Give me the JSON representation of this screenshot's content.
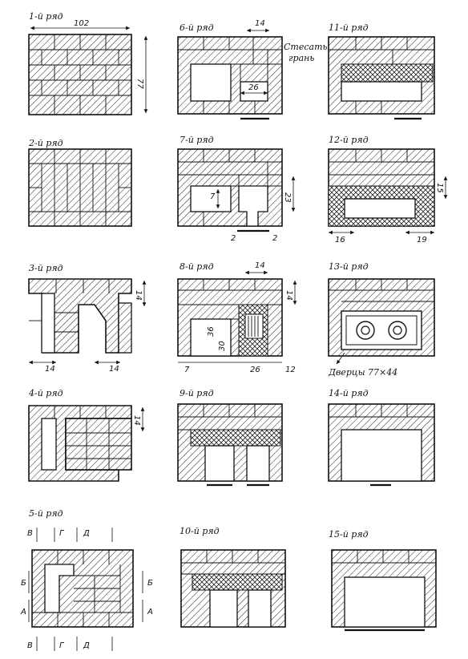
{
  "rows": [
    {
      "label": "1-й ряд"
    },
    {
      "label": "2-й ряд"
    },
    {
      "label": "3-й ряд"
    },
    {
      "label": "4-й ряд"
    },
    {
      "label": "5-й ряд"
    },
    {
      "label": "6-й ряд"
    },
    {
      "label": "7-й ряд"
    },
    {
      "label": "8-й ряд"
    },
    {
      "label": "9-й ряд"
    },
    {
      "label": "10-й ряд"
    },
    {
      "label": "11-й ряд"
    },
    {
      "label": "12-й ряд"
    },
    {
      "label": "13-й ряд"
    },
    {
      "label": "14-й ряд"
    },
    {
      "label": "15-й ряд"
    }
  ],
  "dims": {
    "r1_width": "102",
    "r1_height": "77",
    "r3_a": "14",
    "r3_b": "14",
    "r3_c": "14",
    "r4_a": "14",
    "r6_a": "14",
    "r6_b": "26",
    "r7_a": "7",
    "r7_b": "23",
    "r7_c": "2",
    "r7_d": "2",
    "r8_a": "14",
    "r8_b": "14",
    "r8_c": "36",
    "r8_d": "30",
    "r8_e": "7",
    "r8_f": "26",
    "r8_g": "12",
    "r12_a": "15",
    "r12_b": "16",
    "r12_c": "19"
  },
  "notes": {
    "r6_note_line1": "Стесать",
    "r6_note_line2": "грань",
    "r13_door": "Дверцы 77×44"
  },
  "sections": {
    "top": [
      "В",
      "Г",
      "Д"
    ],
    "left": [
      "Б",
      "А"
    ],
    "right": [
      "Б",
      "А"
    ],
    "bottom": [
      "В",
      "Г",
      "Д"
    ]
  }
}
